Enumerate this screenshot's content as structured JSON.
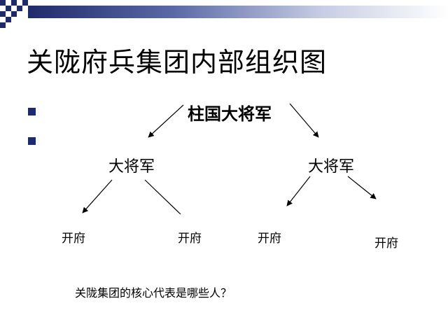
{
  "slide": {
    "title": "关陇府兵集团内部组织图",
    "question": "关陇集团的核心代表是哪些人？"
  },
  "org_chart": {
    "root": "柱国大将军",
    "branches": [
      {
        "label": "大将军",
        "children": [
          "开府",
          "开府"
        ]
      },
      {
        "label": "大将军",
        "children": [
          "开府",
          "开府"
        ]
      }
    ]
  },
  "colors": {
    "accent": "#1f2a6b",
    "background": "#ffffff",
    "text": "#000000"
  }
}
